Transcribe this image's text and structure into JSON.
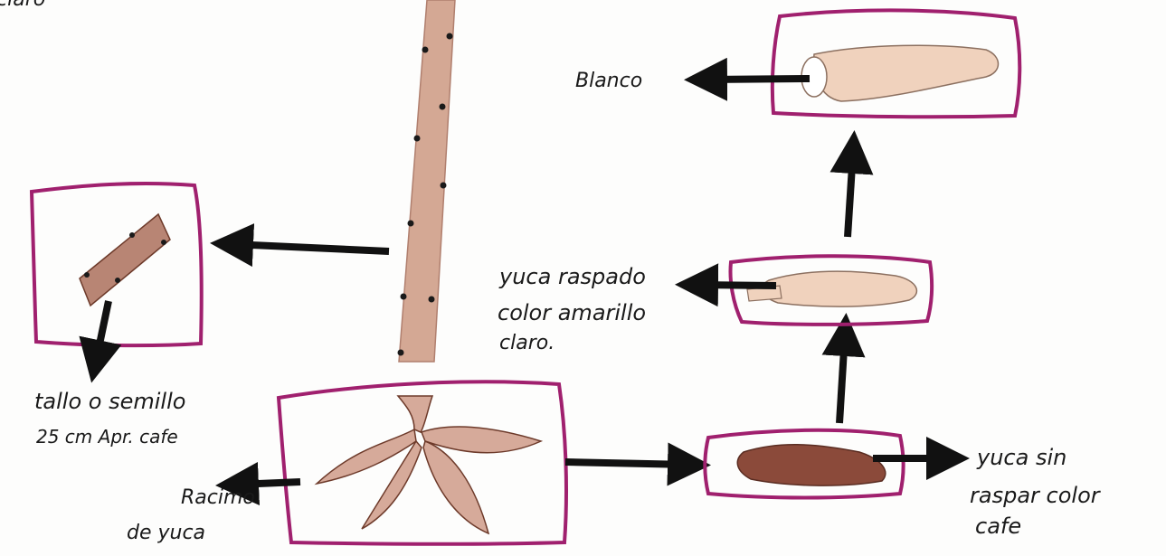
{
  "labels": {
    "top_left_partial": "claro",
    "blanco": "Blanco",
    "tallo_line1": "tallo o semillo",
    "tallo_line2": "25 cm Apr. cafe",
    "racimo_line1": "Racimo",
    "racimo_line2": "de yuca",
    "raspado_line1": "yuca raspado",
    "raspado_line2": "color amarillo",
    "raspado_line3": "claro.",
    "sin_raspar_line1": "yuca sin",
    "sin_raspar_line2": "raspar color",
    "sin_raspar_line3": "cafe"
  },
  "colors": {
    "frame": "#a0206e",
    "stem_fill": "#d4a894",
    "stem_dots": "#1a1a1a",
    "tuber_light": "#f0d2bd",
    "tuber_brown": "#8b4a3a",
    "root_fill": "#d6aa9a",
    "arrow": "#111111"
  }
}
